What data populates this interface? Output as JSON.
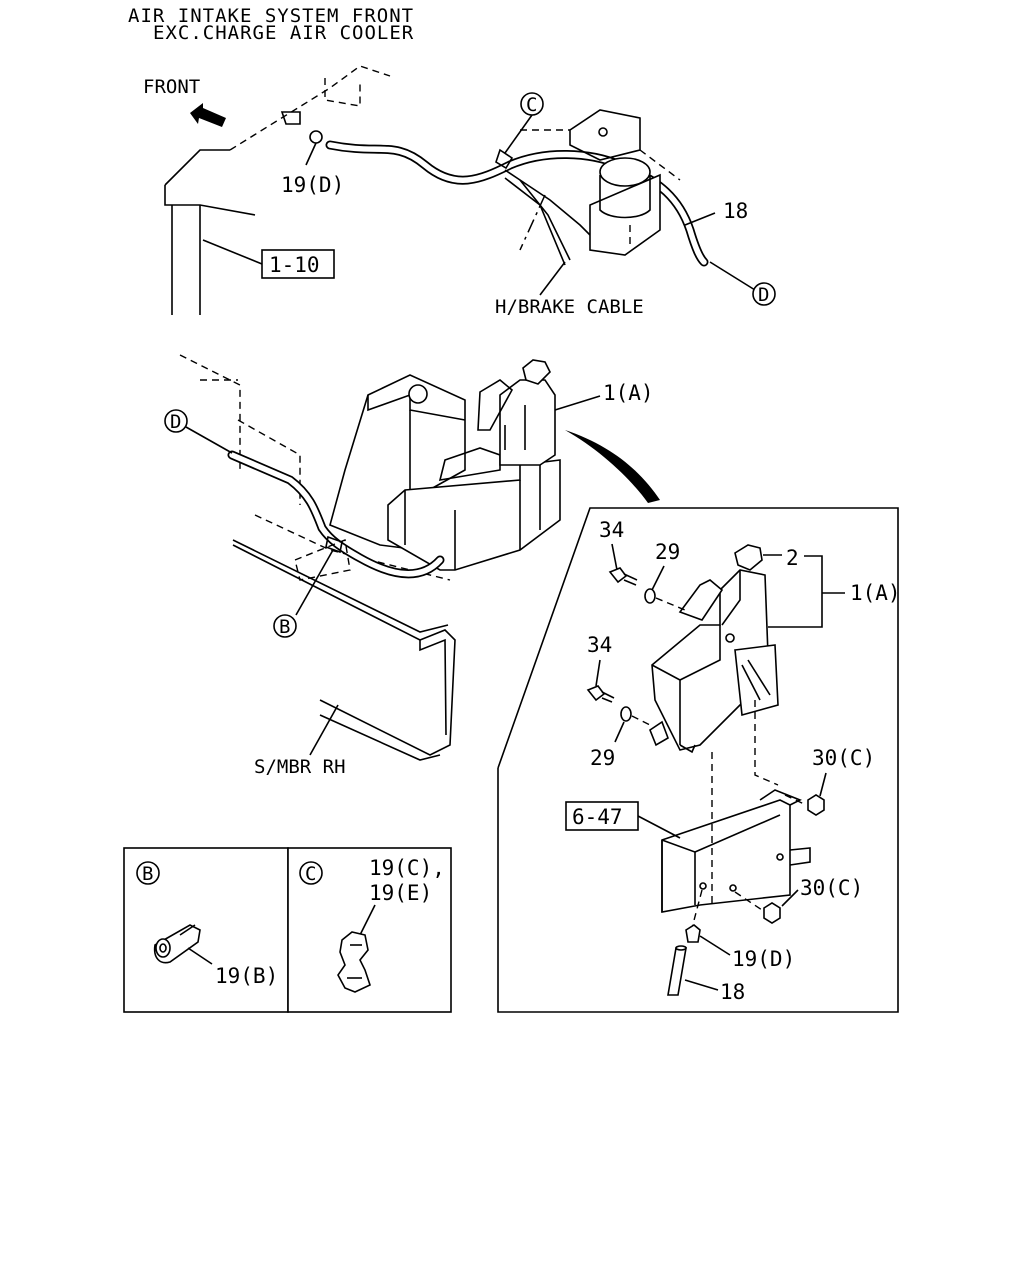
{
  "title": {
    "line1": "AIR INTAKE SYSTEM FRONT",
    "line2": "EXC.CHARGE AIR COOLER"
  },
  "top_view": {
    "front_label": "FRONT",
    "callout_c": "C",
    "callout_d": "D",
    "label_19d": "19(D)",
    "ref_1_10": "1-10",
    "label_18": "18",
    "cable_label": "H/BRAKE CABLE"
  },
  "middle_view": {
    "callout_d": "D",
    "callout_b": "B",
    "label_1a": "1(A)",
    "frame_label": "S/MBR RH"
  },
  "detail_b": {
    "callout": "B",
    "part_label": "19(B)"
  },
  "detail_c": {
    "callout": "C",
    "part_label_1": "19(C),",
    "part_label_2": "19(E)"
  },
  "exploded": {
    "label_34_top": "34",
    "label_29_top": "29",
    "label_2": "2",
    "label_1a": "1(A)",
    "label_34_mid": "34",
    "label_29_mid": "29",
    "label_30c_top": "30(C)",
    "ref_6_47": "6-47",
    "label_30c_bot": "30(C)",
    "label_19d": "19(D)",
    "label_18": "18"
  }
}
